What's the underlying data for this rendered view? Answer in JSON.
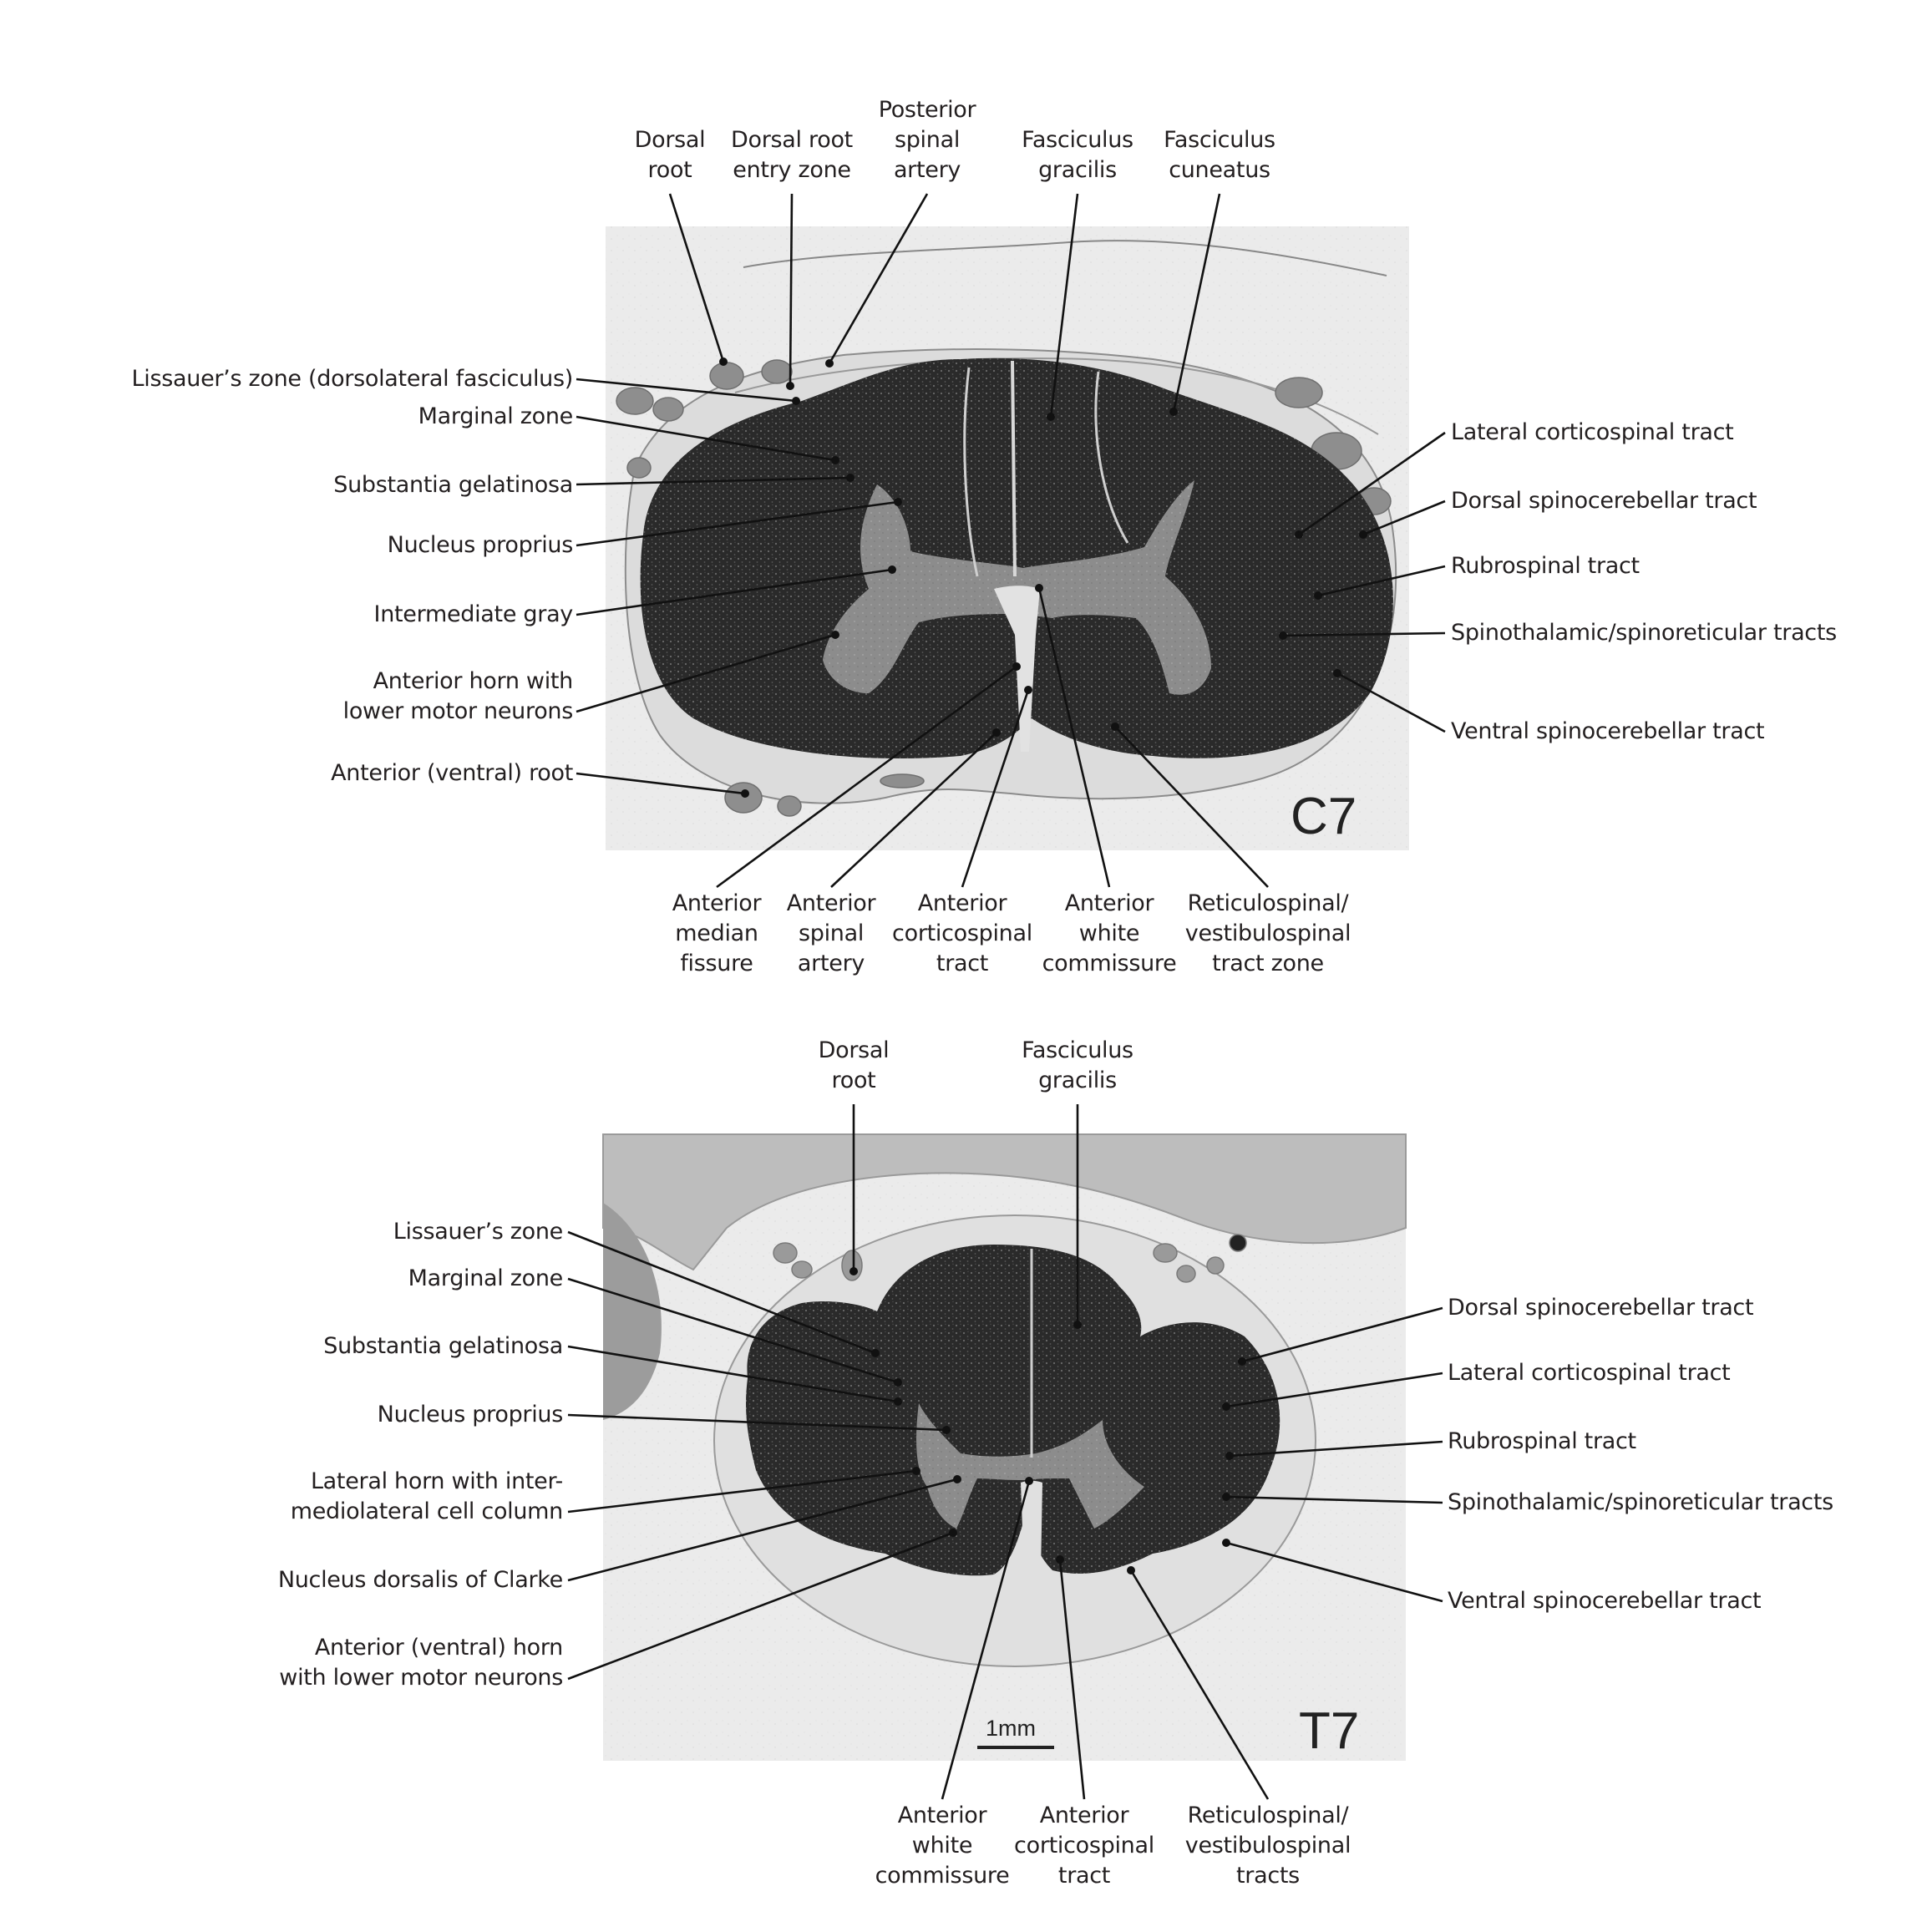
{
  "figure": {
    "panels": [
      {
        "id": "c7",
        "section_label": "C7",
        "top_labels": [
          {
            "lines": [
              "Dorsal",
              "root"
            ]
          },
          {
            "lines": [
              "Dorsal root",
              "entry zone"
            ]
          },
          {
            "lines": [
              "Posterior",
              "spinal",
              "artery"
            ]
          },
          {
            "lines": [
              "Fasciculus",
              "gracilis"
            ]
          },
          {
            "lines": [
              "Fasciculus",
              "cuneatus"
            ]
          }
        ],
        "left_labels": [
          {
            "lines": [
              "Lissauer’s zone (dorsolateral fasciculus)"
            ]
          },
          {
            "lines": [
              "Marginal zone"
            ]
          },
          {
            "lines": [
              "Substantia gelatinosa"
            ]
          },
          {
            "lines": [
              "Nucleus proprius"
            ]
          },
          {
            "lines": [
              "Intermediate gray"
            ]
          },
          {
            "lines": [
              "Anterior horn with",
              "lower motor neurons"
            ]
          },
          {
            "lines": [
              "Anterior (ventral) root"
            ]
          }
        ],
        "right_labels": [
          {
            "lines": [
              "Lateral corticospinal tract"
            ]
          },
          {
            "lines": [
              "Dorsal spinocerebellar tract"
            ]
          },
          {
            "lines": [
              "Rubrospinal tract"
            ]
          },
          {
            "lines": [
              "Spinothalamic/spinoreticular tracts"
            ]
          },
          {
            "lines": [
              "Ventral spinocerebellar tract"
            ]
          }
        ],
        "bottom_labels": [
          {
            "lines": [
              "Anterior",
              "median",
              "fissure"
            ]
          },
          {
            "lines": [
              "Anterior",
              "spinal",
              "artery"
            ]
          },
          {
            "lines": [
              "Anterior",
              "corticospinal",
              "tract"
            ]
          },
          {
            "lines": [
              "Anterior",
              "white",
              "commissure"
            ]
          },
          {
            "lines": [
              "Reticulospinal/",
              "vestibulospinal",
              "tract zone"
            ]
          }
        ]
      },
      {
        "id": "t7",
        "section_label": "T7",
        "scale_bar": "1mm",
        "top_labels": [
          {
            "lines": [
              "Dorsal",
              "root"
            ]
          },
          {
            "lines": [
              "Fasciculus",
              "gracilis"
            ]
          }
        ],
        "left_labels": [
          {
            "lines": [
              "Lissauer’s zone"
            ]
          },
          {
            "lines": [
              "Marginal zone"
            ]
          },
          {
            "lines": [
              "Substantia gelatinosa"
            ]
          },
          {
            "lines": [
              "Nucleus proprius"
            ]
          },
          {
            "lines": [
              "Lateral horn with inter-",
              "mediolateral cell column"
            ]
          },
          {
            "lines": [
              "Nucleus dorsalis of Clarke"
            ]
          },
          {
            "lines": [
              "Anterior (ventral) horn",
              "with lower motor neurons"
            ]
          }
        ],
        "right_labels": [
          {
            "lines": [
              "Dorsal spinocerebellar tract"
            ]
          },
          {
            "lines": [
              "Lateral corticospinal tract"
            ]
          },
          {
            "lines": [
              "Rubrospinal tract"
            ]
          },
          {
            "lines": [
              "Spinothalamic/spinoreticular tracts"
            ]
          },
          {
            "lines": [
              "Ventral spinocerebellar tract"
            ]
          }
        ],
        "bottom_labels": [
          {
            "lines": [
              "Anterior",
              "white",
              "commissure"
            ]
          },
          {
            "lines": [
              "Anterior",
              "corticospinal",
              "tract"
            ]
          },
          {
            "lines": [
              "Reticulospinal/",
              "vestibulospinal",
              "tracts"
            ]
          }
        ]
      }
    ],
    "colors": {
      "background": "#ffffff",
      "photo_background": "#e9e9e9",
      "white_matter": "#2b2b2b",
      "gray_matter": "#8a8a8a",
      "leader_line": "#111111",
      "text": "#231f20"
    }
  }
}
